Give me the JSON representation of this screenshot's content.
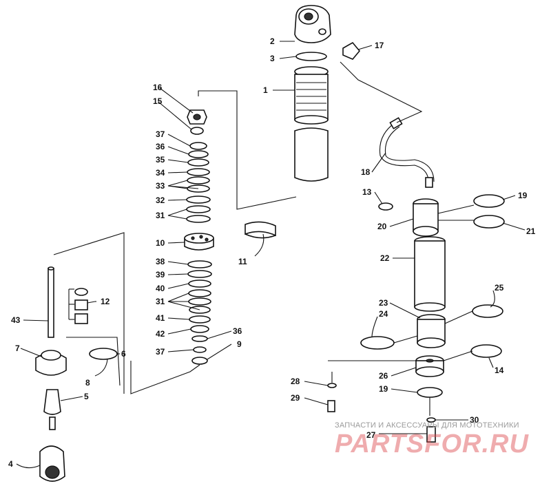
{
  "diagram": {
    "labels": {
      "l1": "1",
      "l2": "2",
      "l3": "3",
      "l4": "4",
      "l5": "5",
      "l6": "6",
      "l7": "7",
      "l8": "8",
      "l9": "9",
      "l10": "10",
      "l11": "11",
      "l12": "12",
      "l13": "13",
      "l14": "14",
      "l15": "15",
      "l16": "16",
      "l17": "17",
      "l18": "18",
      "l19a": "19",
      "l19b": "19",
      "l20": "20",
      "l21": "21",
      "l22": "22",
      "l23": "23",
      "l24": "24",
      "l25": "25",
      "l26": "26",
      "l27": "27",
      "l28": "28",
      "l29": "29",
      "l30": "30",
      "l31a": "31",
      "l31b": "31",
      "l32": "32",
      "l33": "33",
      "l34": "34",
      "l35": "35",
      "l36a": "36",
      "l36b": "36",
      "l37a": "37",
      "l37b": "37",
      "l38": "38",
      "l39": "39",
      "l40": "40",
      "l41": "41",
      "l42": "42",
      "l43": "43"
    }
  },
  "watermark": {
    "tagline": "ЗАПЧАСТИ И АКСЕССУАРЫ ДЛЯ МОТОТЕХНИКИ",
    "logo": "PARTSFOR.RU"
  }
}
